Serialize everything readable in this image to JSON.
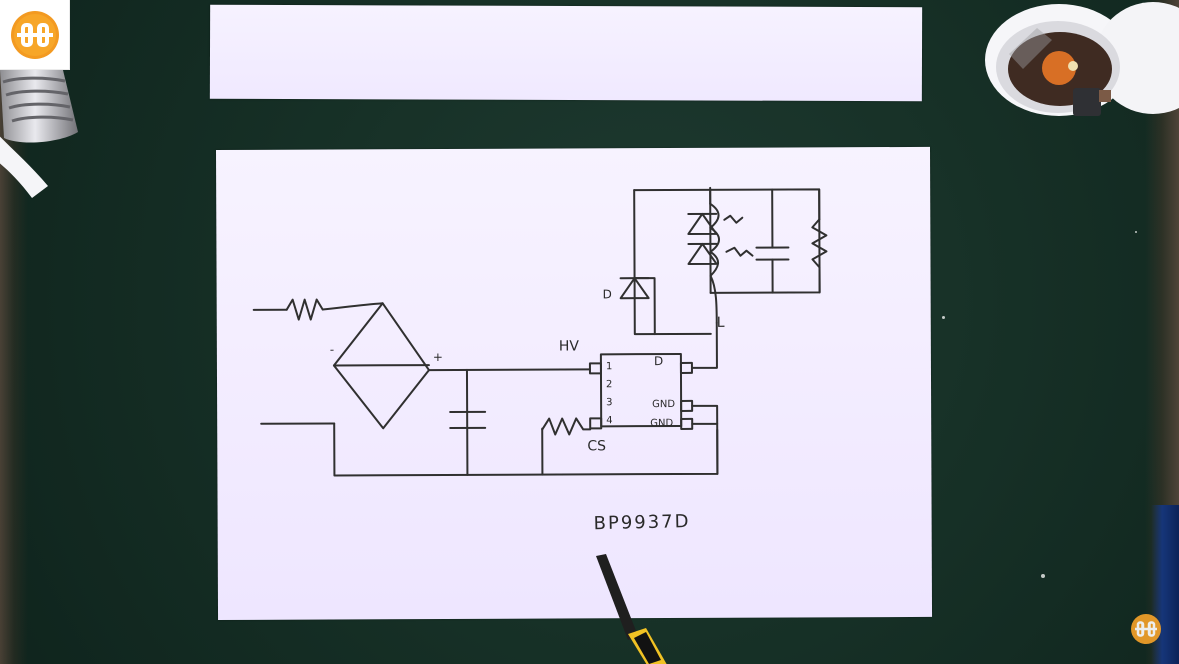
{
  "schematic": {
    "labels": {
      "d_left": "D",
      "minus": "-",
      "plus": "+",
      "hv": "HV",
      "pin1": "1",
      "pin2": "2",
      "pin3": "3",
      "pin4": "4",
      "d_right": "D",
      "gnd_upper": "GND",
      "gnd_lower": "GND",
      "cs": "CS",
      "l": "L"
    },
    "part_number": "BP9937D"
  }
}
